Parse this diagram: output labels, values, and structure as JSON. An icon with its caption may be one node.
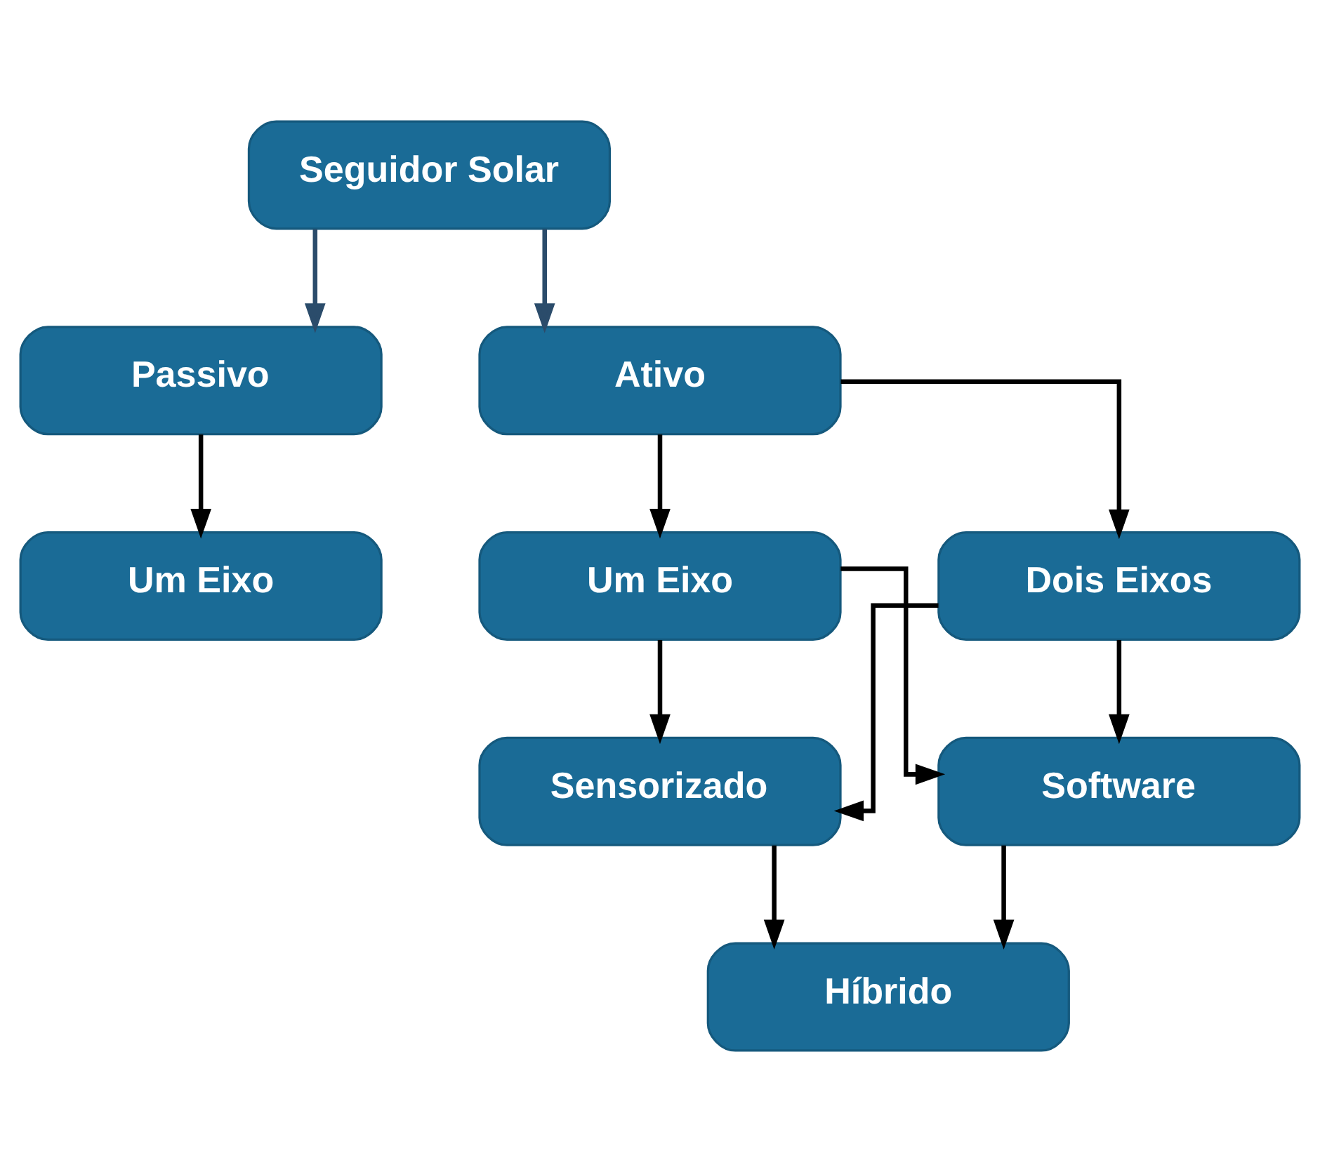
{
  "diagram": {
    "nodes": [
      {
        "text": [
          "Seguidor Solar"
        ]
      },
      {
        "text": [
          "Passivo"
        ]
      },
      {
        "text": [
          "Ativo"
        ]
      },
      {
        "text": [
          "Um Eixo"
        ]
      },
      {
        "text": [
          "Um Eixo"
        ]
      },
      {
        "text": [
          "Dois Eixos"
        ]
      },
      {
        "text": [
          "Sensorizado"
        ]
      },
      {
        "text": [
          "Software"
        ]
      },
      {
        "text": [
          "Híbrido"
        ]
      }
    ],
    "edges": [
      {
        "from": 0,
        "to": 1,
        "arrow": "to",
        "color": "#2b4c6b"
      },
      {
        "from": 0,
        "to": 2,
        "arrow": "to",
        "color": "#2b4c6b"
      },
      {
        "from": 1,
        "to": 3,
        "arrow": "to"
      },
      {
        "from": 2,
        "to": 4,
        "arrow": "to"
      },
      {
        "from": 2,
        "to": 5,
        "arrow": "to"
      },
      {
        "from": 4,
        "to": 6,
        "arrow": "to"
      },
      {
        "from": 4,
        "to": 7,
        "arrow": "to"
      },
      {
        "from": 5,
        "to": 6,
        "arrow": "to"
      },
      {
        "from": 5,
        "to": 7,
        "arrow": "to"
      },
      {
        "from": 6,
        "to": 8,
        "arrow": "to"
      },
      {
        "from": 7,
        "to": 8,
        "arrow": "to"
      }
    ]
  }
}
